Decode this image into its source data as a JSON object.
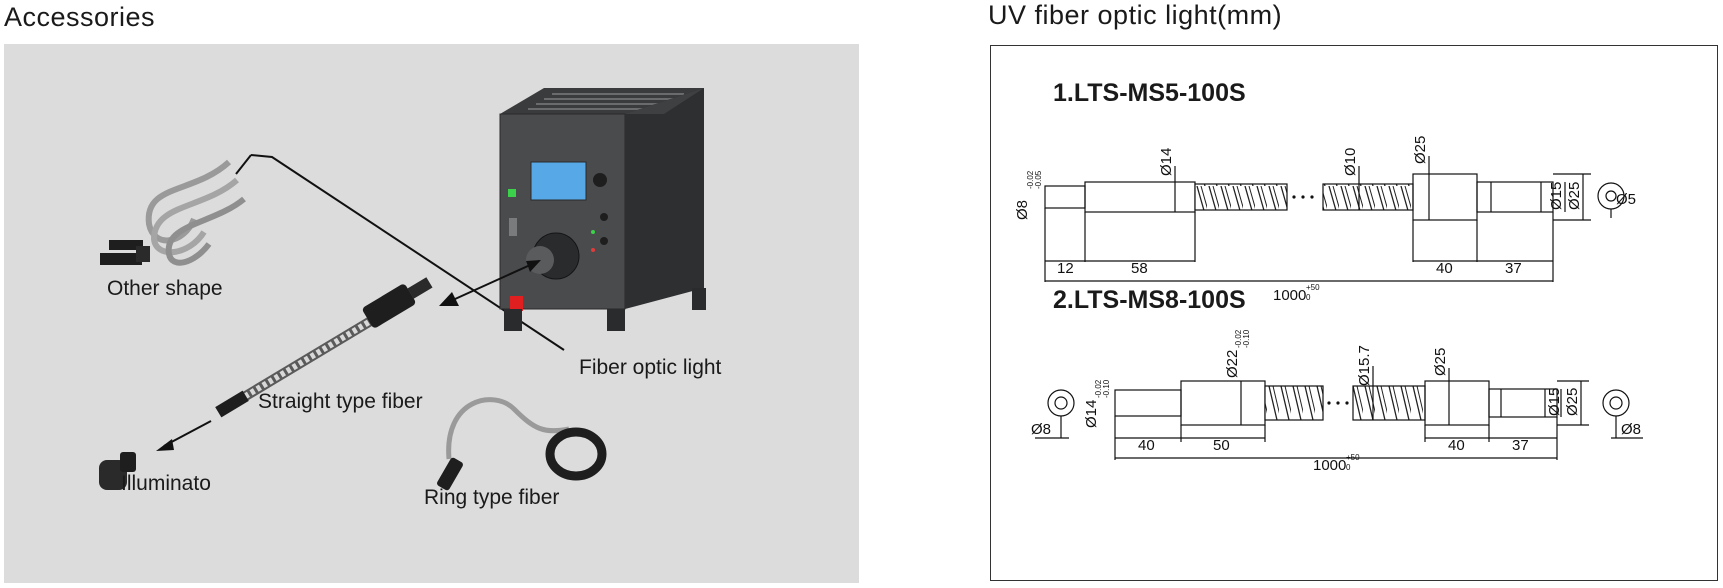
{
  "accessories": {
    "title": "Accessories",
    "labels": {
      "other_shape": "Other shape",
      "fiber_optic_light": "Fiber optic light",
      "straight_type_fiber": "Straight type fiber",
      "illuminato": "Illuminato",
      "ring_type_fiber": "Ring type fiber"
    }
  },
  "uv_section": {
    "title": "UV fiber optic light(mm)",
    "models": [
      {
        "name": "1.LTS-MS5-100S",
        "dims": {
          "d_tip": "Ø8",
          "d_tip_tol_upper": "-0.02",
          "d_tip_tol_lower": "-0.05",
          "d_body": "Ø14",
          "d_hose": "Ø10",
          "d_conn": "Ø25",
          "d_end": "Ø15",
          "d_end_outer": "Ø25",
          "len_tip": "12",
          "len_body": "58",
          "len_total": "1000",
          "len_total_tol_upper": "+50",
          "len_total_tol_lower": "0",
          "len_conn": "40",
          "len_end": "37",
          "end_view": "Ø5"
        }
      },
      {
        "name": "2.LTS-MS8-100S",
        "dims": {
          "end_view_left": "Ø8",
          "d_tip": "Ø14",
          "d_tip_tol_upper": "-0.02",
          "d_tip_tol_lower": "-0.10",
          "d_body": "Ø22",
          "d_body_tol_upper": "-0.02",
          "d_body_tol_lower": "-0.10",
          "d_hose": "Ø15.7",
          "d_conn": "Ø25",
          "d_end": "Ø15",
          "d_end_outer": "Ø25",
          "len_tip": "40",
          "len_body": "50",
          "len_total": "1000",
          "len_total_tol_upper": "+50",
          "len_total_tol_lower": "0",
          "len_conn": "40",
          "len_end": "37",
          "end_view_right": "Ø8"
        }
      }
    ]
  }
}
